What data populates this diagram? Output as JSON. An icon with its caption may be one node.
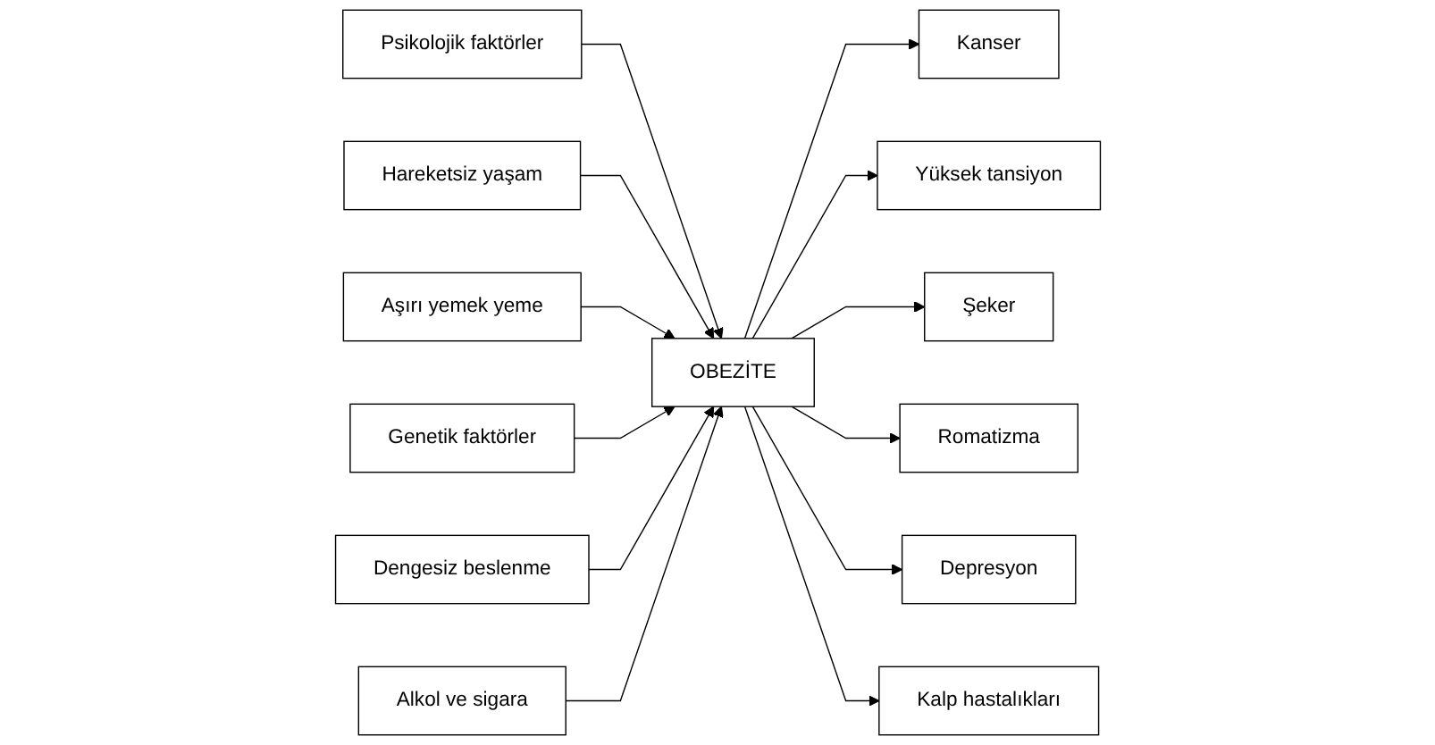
{
  "diagram": {
    "nodes": [
      {
        "text": [
          "Psikolojik faktörler"
        ]
      },
      {
        "text": [
          "Hareketsiz yaşam"
        ]
      },
      {
        "text": [
          "Aşırı yemek yeme"
        ]
      },
      {
        "text": [
          "Genetik faktörler"
        ]
      },
      {
        "text": [
          "Dengesiz beslenme"
        ]
      },
      {
        "text": [
          "Alkol ve sigara"
        ]
      },
      {
        "text": [
          "OBEZİTE"
        ]
      },
      {
        "text": [
          "Kanser"
        ]
      },
      {
        "text": [
          "Yüksek tansiyon"
        ]
      },
      {
        "text": [
          "Şeker"
        ]
      },
      {
        "text": [
          "Romatizma"
        ]
      },
      {
        "text": [
          "Depresyon"
        ]
      },
      {
        "text": [
          "Kalp hastalıkları"
        ]
      }
    ],
    "edges": [
      {
        "from": 0,
        "to": 6,
        "arrow": "to"
      },
      {
        "from": 1,
        "to": 6,
        "arrow": "to"
      },
      {
        "from": 2,
        "to": 6,
        "arrow": "to"
      },
      {
        "from": 3,
        "to": 6,
        "arrow": "to"
      },
      {
        "from": 4,
        "to": 6,
        "arrow": "to"
      },
      {
        "from": 5,
        "to": 6,
        "arrow": "to"
      },
      {
        "from": 6,
        "to": 7,
        "arrow": "to"
      },
      {
        "from": 6,
        "to": 8,
        "arrow": "to"
      },
      {
        "from": 6,
        "to": 9,
        "arrow": "to"
      },
      {
        "from": 6,
        "to": 10,
        "arrow": "to"
      },
      {
        "from": 6,
        "to": 11,
        "arrow": "to"
      },
      {
        "from": 6,
        "to": 12,
        "arrow": "to"
      }
    ]
  }
}
